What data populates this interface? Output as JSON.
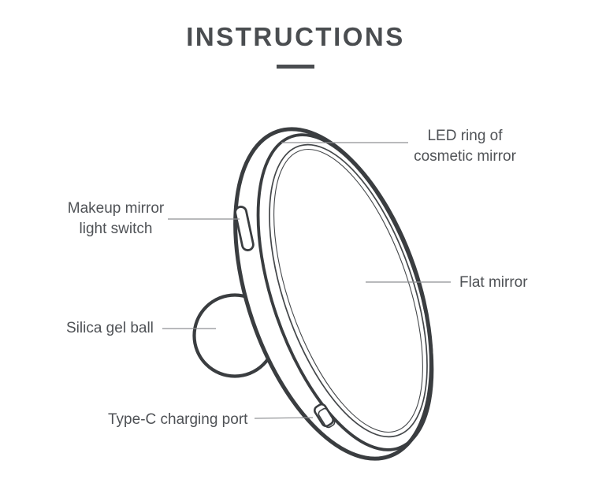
{
  "title": {
    "text": "INSTRUCTIONS"
  },
  "colors": {
    "background": "#ffffff",
    "drawing_line": "#3a3d40",
    "leader_line": "#8f9194",
    "label_text": "#4f5256",
    "title_text": "#4a4d50"
  },
  "labels": {
    "led": {
      "line1": "LED ring of",
      "line2": "cosmetic mirror"
    },
    "makeup": {
      "line1": "Makeup mirror",
      "line2": "light switch"
    },
    "flat": {
      "text": "Flat mirror"
    },
    "silica": {
      "text": "Silica gel ball"
    },
    "typec": {
      "text": "Type-C charging port"
    }
  }
}
